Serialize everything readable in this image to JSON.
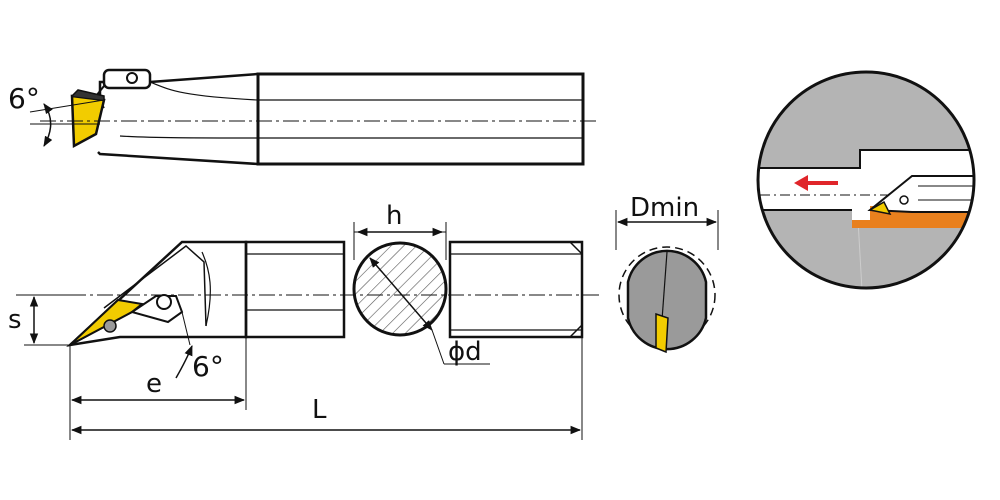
{
  "labels": {
    "top_angle": "6°",
    "bottom_angle": "6°",
    "h": "h",
    "d": "ϕd",
    "s": "s",
    "e": "e",
    "L": "L",
    "dmin": "Dmin"
  },
  "colors": {
    "insert": "#F2CC00",
    "body": "#9A9A9A",
    "workpiece": "#B4B4B4",
    "chip": "#E8801E",
    "arrow": "#E0252A",
    "line": "#111111"
  }
}
